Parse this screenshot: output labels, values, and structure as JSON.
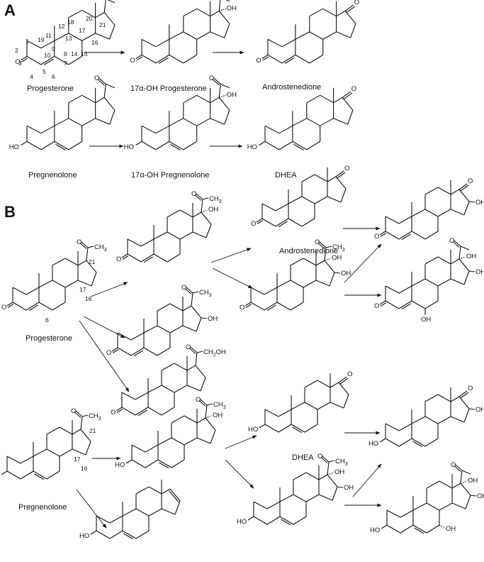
{
  "panels": {
    "A": {
      "letter": "A",
      "compounds": [
        {
          "name": "Progesterone"
        },
        {
          "name": "17α-OH Progesterone"
        },
        {
          "name": "Androstenedione"
        },
        {
          "name": "Pregnenolone"
        },
        {
          "name": "17α-OH Pregnenolone"
        },
        {
          "name": "DHEA"
        }
      ],
      "carbon_numbers": [
        "1",
        "2",
        "3",
        "4",
        "5",
        "6",
        "7",
        "8",
        "9",
        "10",
        "11",
        "12",
        "13",
        "14",
        "15",
        "16",
        "17",
        "18",
        "19",
        "20",
        "21"
      ]
    },
    "B": {
      "letter": "B",
      "compounds": [
        {
          "name": "Progesterone"
        },
        {
          "name": "Androstenedione"
        },
        {
          "name": "Pregnenolone"
        },
        {
          "name": "DHEA"
        }
      ],
      "numbers": [
        "21",
        "17",
        "16",
        "6"
      ]
    }
  },
  "atom_labels": {
    "O": "O",
    "OH": "OH",
    "HO": "HO",
    "CH3": "CH",
    "CH3_sub": "3",
    "CH2OH": "CH",
    "CH2OH_sub": "2",
    "CH2OH_tail": "OH"
  }
}
